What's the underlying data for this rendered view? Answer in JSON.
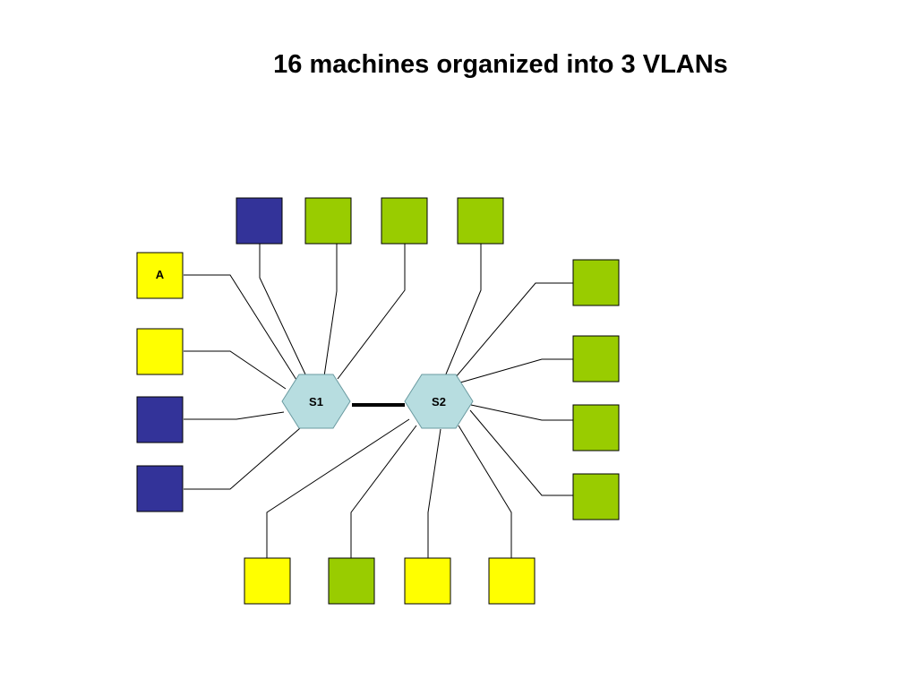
{
  "title": "16 machines organized into 3 VLANs",
  "colors": {
    "blue": "#333399",
    "green": "#99cc00",
    "yellow": "#ffff00",
    "switch_fill": "#b7dde0",
    "link": "#000000"
  },
  "switches": [
    {
      "id": "S1",
      "label": "S1"
    },
    {
      "id": "S2",
      "label": "S2"
    }
  ],
  "trunk": {
    "from": "S1",
    "to": "S2"
  },
  "machines": [
    {
      "id": "A",
      "label": "A",
      "color": "yellow",
      "switch": "S1",
      "group": "left"
    },
    {
      "id": "L2",
      "label": "",
      "color": "yellow",
      "switch": "S1",
      "group": "left"
    },
    {
      "id": "L3",
      "label": "",
      "color": "blue",
      "switch": "S1",
      "group": "left"
    },
    {
      "id": "L4",
      "label": "",
      "color": "blue",
      "switch": "S1",
      "group": "left"
    },
    {
      "id": "T1",
      "label": "",
      "color": "blue",
      "switch": "S1",
      "group": "top"
    },
    {
      "id": "T2",
      "label": "",
      "color": "green",
      "switch": "S1",
      "group": "top"
    },
    {
      "id": "T3",
      "label": "",
      "color": "green",
      "switch": "S1",
      "group": "top"
    },
    {
      "id": "T4",
      "label": "",
      "color": "green",
      "switch": "S2",
      "group": "top"
    },
    {
      "id": "R1",
      "label": "",
      "color": "green",
      "switch": "S2",
      "group": "right"
    },
    {
      "id": "R2",
      "label": "",
      "color": "green",
      "switch": "S2",
      "group": "right"
    },
    {
      "id": "R3",
      "label": "",
      "color": "green",
      "switch": "S2",
      "group": "right"
    },
    {
      "id": "R4",
      "label": "",
      "color": "green",
      "switch": "S2",
      "group": "right"
    },
    {
      "id": "B1",
      "label": "",
      "color": "yellow",
      "switch": "S2",
      "group": "bottom"
    },
    {
      "id": "B2",
      "label": "",
      "color": "green",
      "switch": "S2",
      "group": "bottom"
    },
    {
      "id": "B3",
      "label": "",
      "color": "yellow",
      "switch": "S2",
      "group": "bottom"
    },
    {
      "id": "B4",
      "label": "",
      "color": "yellow",
      "switch": "S2",
      "group": "bottom"
    }
  ]
}
